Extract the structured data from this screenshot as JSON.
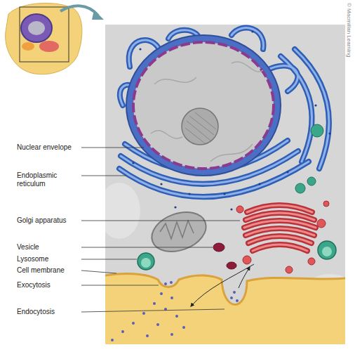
{
  "diagram": {
    "labels": [
      "Nuclear envelope",
      "Endoplasmic reticulum",
      "Golgi apparatus",
      "Vesicle",
      "Lysosome",
      "Cell membrane",
      "Exocytosis",
      "Endocytosis",
      "© Macmillan Learning"
    ]
  }
}
